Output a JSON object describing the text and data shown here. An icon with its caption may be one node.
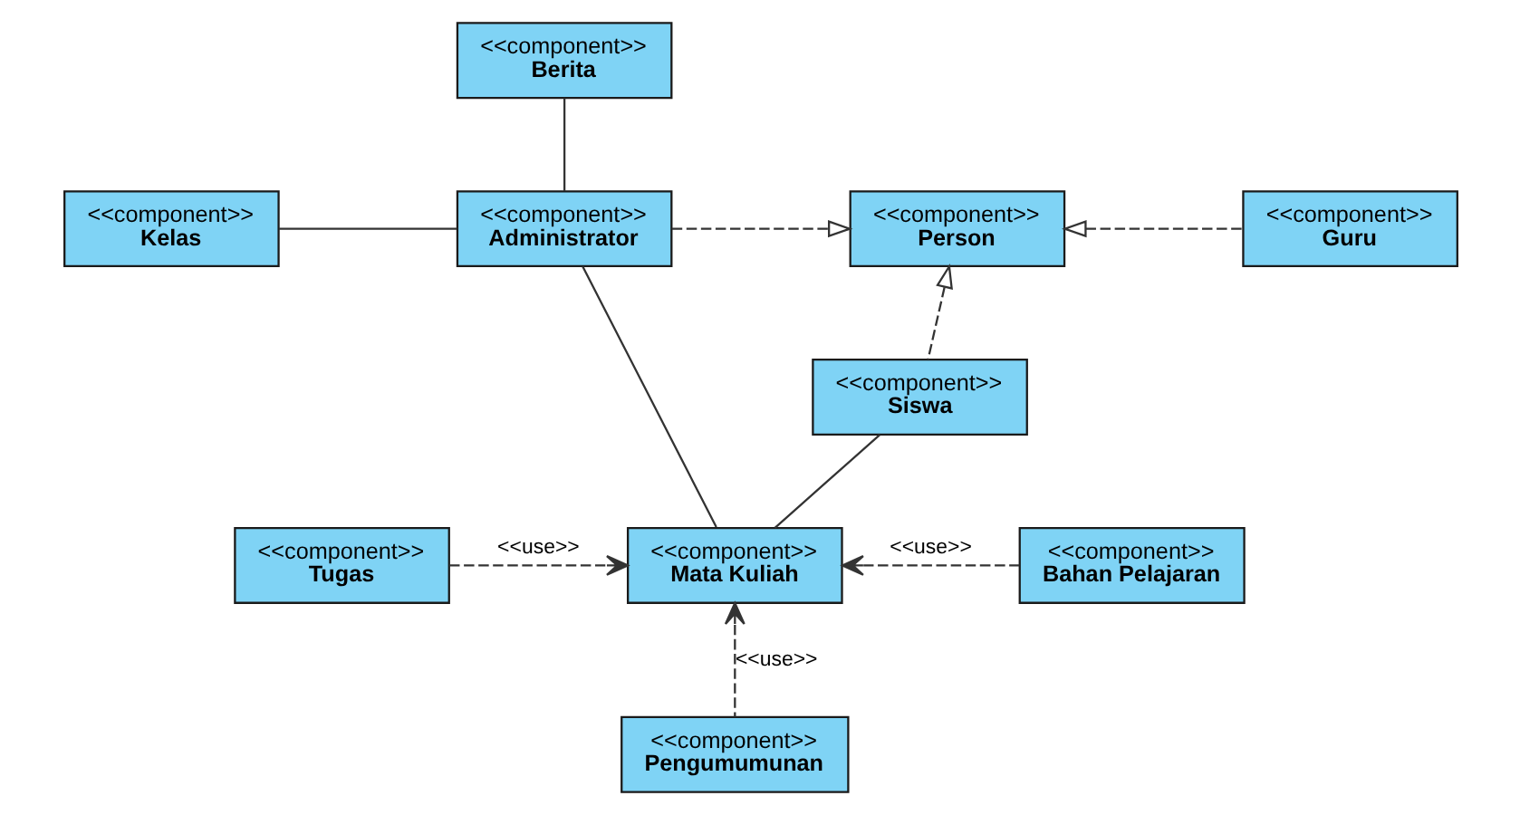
{
  "diagram": {
    "nodes": [
      {
        "text": [
          "<<component>>",
          "Berita"
        ]
      },
      {
        "text": [
          "<<component>>",
          "Kelas"
        ]
      },
      {
        "text": [
          "<<component>>",
          "Administrator"
        ]
      },
      {
        "text": [
          "<<component>>",
          "Person"
        ]
      },
      {
        "text": [
          "<<component>>",
          "Guru"
        ]
      },
      {
        "text": [
          "<<component>>",
          "Siswa"
        ]
      },
      {
        "text": [
          "<<component>>",
          "Tugas"
        ]
      },
      {
        "text": [
          "<<component>>",
          "Mata Kuliah"
        ]
      },
      {
        "text": [
          "<<component>>",
          "Bahan Pelajaran"
        ]
      },
      {
        "text": [
          "<<component>>",
          "Pengumumunan"
        ]
      }
    ],
    "edges": [
      {
        "from": 0,
        "to": 2,
        "arrow": "none"
      },
      {
        "from": 1,
        "to": 2,
        "arrow": "none"
      },
      {
        "from": 2,
        "to": 3,
        "arrow": "to",
        "style": "dashed"
      },
      {
        "from": 4,
        "to": 3,
        "arrow": "to",
        "style": "dashed"
      },
      {
        "from": 5,
        "to": 3,
        "arrow": "to",
        "style": "dashed"
      },
      {
        "from": 2,
        "to": 7,
        "arrow": "none"
      },
      {
        "from": 5,
        "to": 7,
        "arrow": "none"
      },
      {
        "from": 6,
        "to": 7,
        "arrow": "to",
        "style": "dashed",
        "label": "<<use>>"
      },
      {
        "from": 8,
        "to": 7,
        "arrow": "to",
        "style": "dashed",
        "label": "<<use>>"
      },
      {
        "from": 9,
        "to": 7,
        "arrow": "to",
        "style": "dashed",
        "label": "<<use>>"
      }
    ]
  }
}
